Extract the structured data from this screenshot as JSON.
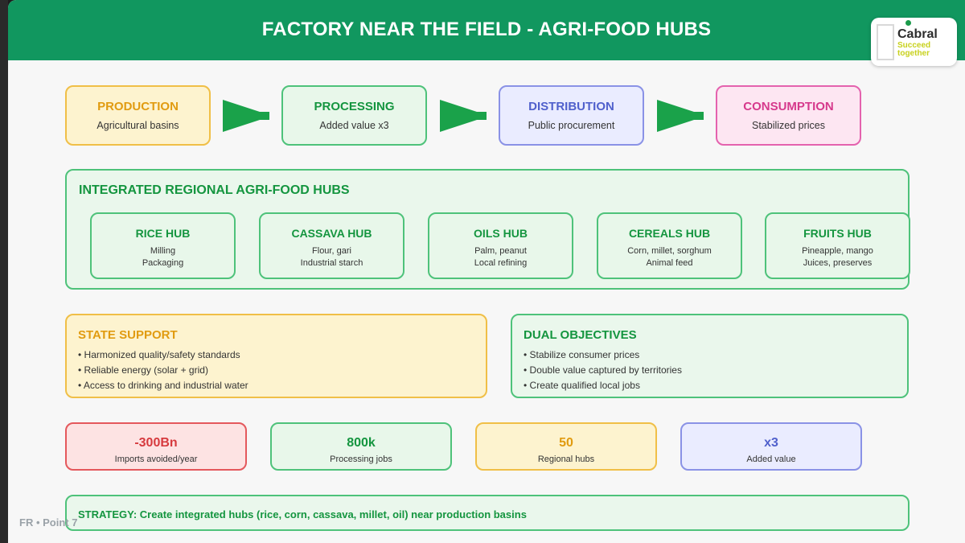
{
  "header": {
    "title": "FACTORY NEAR THE FIELD - AGRI-FOOD HUBS"
  },
  "logo": {
    "name": "Cabral",
    "tagline": "Succeed together",
    "icon": "cabral-logo-icon"
  },
  "flow": [
    {
      "title": "PRODUCTION",
      "subtitle": "Agricultural basins"
    },
    {
      "title": "PROCESSING",
      "subtitle": "Added value x3"
    },
    {
      "title": "DISTRIBUTION",
      "subtitle": "Public procurement"
    },
    {
      "title": "CONSUMPTION",
      "subtitle": "Stabilized prices"
    }
  ],
  "hubs_section": {
    "heading": "INTEGRATED REGIONAL AGRI-FOOD HUBS",
    "hubs": [
      {
        "title": "RICE HUB",
        "line1": "Milling",
        "line2": "Packaging"
      },
      {
        "title": "CASSAVA HUB",
        "line1": "Flour, gari",
        "line2": "Industrial starch"
      },
      {
        "title": "OILS HUB",
        "line1": "Palm, peanut",
        "line2": "Local refining"
      },
      {
        "title": "CEREALS HUB",
        "line1": "Corn, millet, sorghum",
        "line2": "Animal feed"
      },
      {
        "title": "FRUITS HUB",
        "line1": "Pineapple, mango",
        "line2": "Juices, preserves"
      }
    ]
  },
  "state_support": {
    "heading": "STATE SUPPORT",
    "bullets": [
      "• Harmonized quality/safety standards",
      "• Reliable energy (solar + grid)",
      "• Access to drinking and industrial water"
    ]
  },
  "dual_objectives": {
    "heading": "DUAL OBJECTIVES",
    "bullets": [
      "• Stabilize consumer prices",
      "• Double value captured by territories",
      "• Create qualified local jobs"
    ]
  },
  "kpis": [
    {
      "value": "-300Bn",
      "label": "Imports avoided/year"
    },
    {
      "value": "800k",
      "label": "Processing jobs"
    },
    {
      "value": "50",
      "label": "Regional hubs"
    },
    {
      "value": "x3",
      "label": "Added value"
    }
  ],
  "strategy": {
    "text": "STRATEGY: Create integrated hubs (rice, corn, cassava, millet, oil) near production basins"
  },
  "slide_label": "FR • Point 7",
  "colors": {
    "header_green": "#11975f",
    "green": "#14953f",
    "orange": "#e19b10",
    "blue": "#5060cc",
    "pink": "#d6398c",
    "red": "#d63a3e"
  }
}
